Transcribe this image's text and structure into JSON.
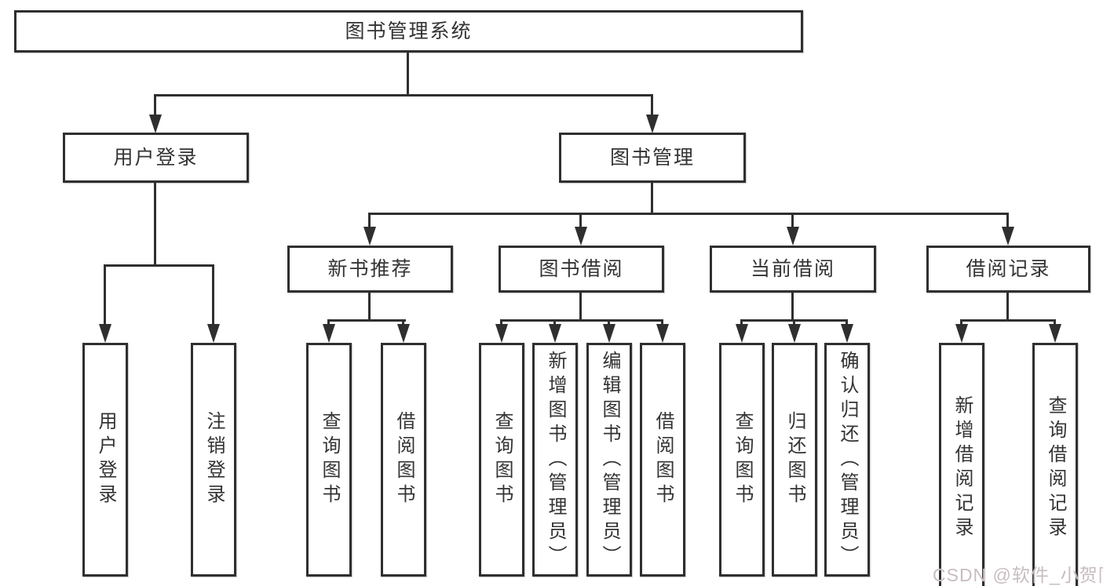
{
  "nodes": {
    "root": {
      "label": "图书管理系统"
    },
    "user_login": {
      "label": "用户登录"
    },
    "book_mgmt": {
      "label": "图书管理"
    },
    "leaf_user_login": {
      "label": "用户登录"
    },
    "leaf_logout": {
      "label": "注销登录"
    },
    "new_book": {
      "label": "新书推荐"
    },
    "borrow": {
      "label": "图书借阅"
    },
    "current": {
      "label": "当前借阅"
    },
    "records": {
      "label": "借阅记录"
    },
    "nb_query": {
      "label": "查询图书"
    },
    "nb_borrow": {
      "label": "借阅图书"
    },
    "bb_query": {
      "label": "查询图书"
    },
    "bb_add": {
      "label": "新增图书（管理员）"
    },
    "bb_edit": {
      "label": "编辑图书（管理员）"
    },
    "bb_borrow": {
      "label": "借阅图书"
    },
    "cb_query": {
      "label": "查询图书"
    },
    "cb_return": {
      "label": "归还图书"
    },
    "cb_confirm": {
      "label": "确认归还（管理员）"
    },
    "br_add": {
      "label": "新增借阅记录"
    },
    "br_query": {
      "label": "查询借阅记录"
    }
  },
  "tree": {
    "图书管理系统": {
      "用户登录": [
        "用户登录",
        "注销登录"
      ],
      "图书管理": {
        "新书推荐": [
          "查询图书",
          "借阅图书"
        ],
        "图书借阅": [
          "查询图书",
          "新增图书（管理员）",
          "编辑图书（管理员）",
          "借阅图书"
        ],
        "当前借阅": [
          "查询图书",
          "归还图书",
          "确认归还（管理员）"
        ],
        "借阅记录": [
          "新增借阅记录",
          "查询借阅记录"
        ]
      }
    }
  },
  "watermark": {
    "text": "CSDN @软件_小贺同学",
    "color": "#c8bcbf"
  },
  "colors": {
    "line": "#2f2f2f",
    "text": "#333333",
    "background": "#ffffff"
  }
}
